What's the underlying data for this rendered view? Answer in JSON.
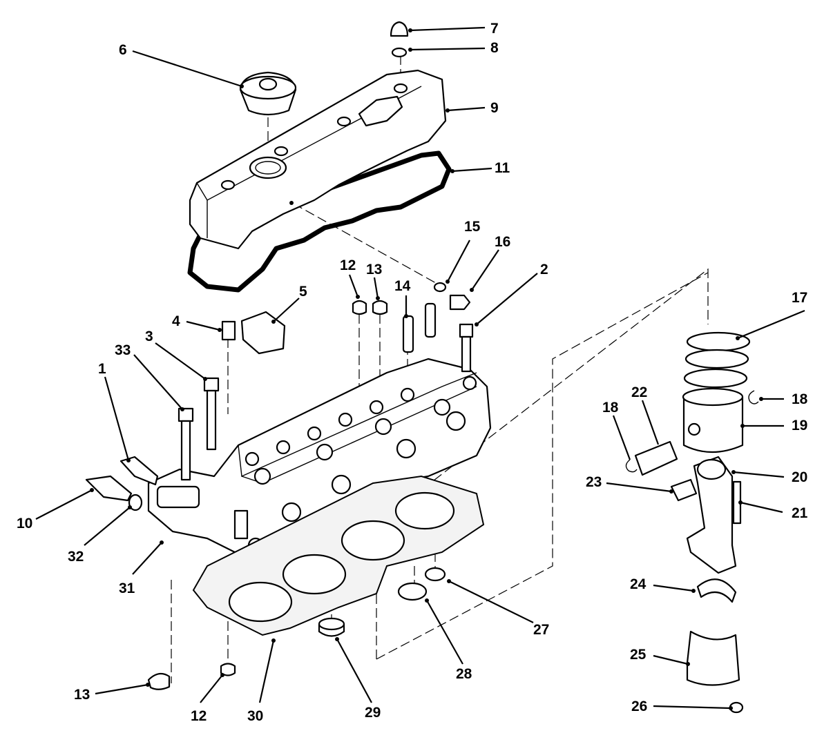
{
  "callouts": {
    "c1": "1",
    "c2": "2",
    "c3": "3",
    "c4": "4",
    "c5": "5",
    "c6": "6",
    "c7": "7",
    "c8": "8",
    "c9": "9",
    "c10": "10",
    "c11": "11",
    "c12a": "12",
    "c12b": "12",
    "c13a": "13",
    "c13b": "13",
    "c14": "14",
    "c15": "15",
    "c16": "16",
    "c17": "17",
    "c18a": "18",
    "c18b": "18",
    "c19": "19",
    "c20": "20",
    "c21": "21",
    "c22": "22",
    "c23": "23",
    "c24": "24",
    "c25": "25",
    "c26": "26",
    "c27": "27",
    "c28": "28",
    "c29": "29",
    "c30": "30",
    "c31": "31",
    "c32": "32",
    "c33": "33"
  }
}
